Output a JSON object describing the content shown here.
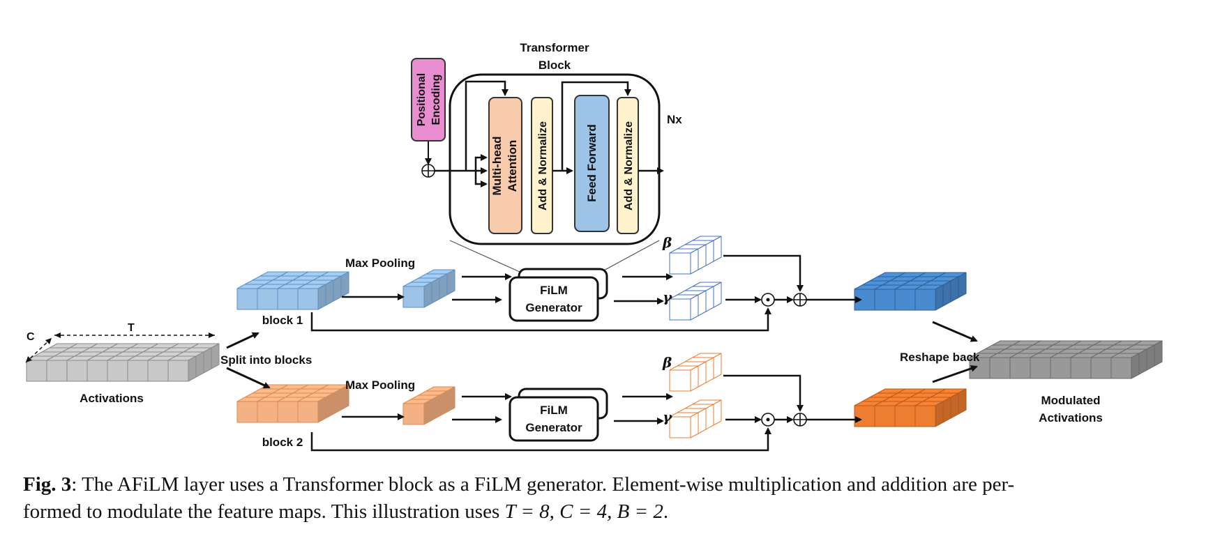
{
  "diagram": {
    "transformer_title_1": "Transformer",
    "transformer_title_2": "Block",
    "positional_encoding_1": "Positional",
    "positional_encoding_2": "Encoding",
    "multihead_1": "Multi-head",
    "multihead_2": "Attention",
    "add_norm_1": "Add & Normalize",
    "feed_forward": "Feed Forward",
    "add_norm_2": "Add & Normalize",
    "nx": "Nx",
    "max_pooling_1": "Max Pooling",
    "max_pooling_2": "Max Pooling",
    "film_1a": "FiLM",
    "film_1b": "Generator",
    "film_2a": "FiLM",
    "film_2b": "Generator",
    "beta_1": "β",
    "gamma_1": "γ",
    "beta_2": "β",
    "gamma_2": "γ",
    "block_1": "block 1",
    "block_2": "block 2",
    "activations": "Activations",
    "axis_c": "C",
    "axis_t": "T",
    "split": "Split into blocks",
    "reshape": "Reshape back",
    "modulated_1": "Modulated",
    "modulated_2": "Activations",
    "mult_symbol": "⊙",
    "add_symbol": "⊕"
  },
  "colors": {
    "gray_block": "#c8c8c8",
    "blue_block": "#9dc3e6",
    "orange_block": "#f4b183",
    "dark_blue": "#4a8bd0",
    "dark_orange": "#ed7d31",
    "dark_gray": "#999999",
    "pe_pink": "#e88ed0",
    "mha_peach": "#f8cbad",
    "addnorm_yellow": "#fff2cc",
    "ff_blue": "#9dc3e6"
  },
  "caption": {
    "fig_label": "Fig. 3",
    "line_1": ": The AFiLM layer uses a Transformer block as a FiLM generator. Element-wise multiplication and addition are per-",
    "line_2_a": "formed to modulate the feature maps. This illustration uses ",
    "math": "T = 8, C = 4, B = 2",
    "line_2_end": "."
  }
}
